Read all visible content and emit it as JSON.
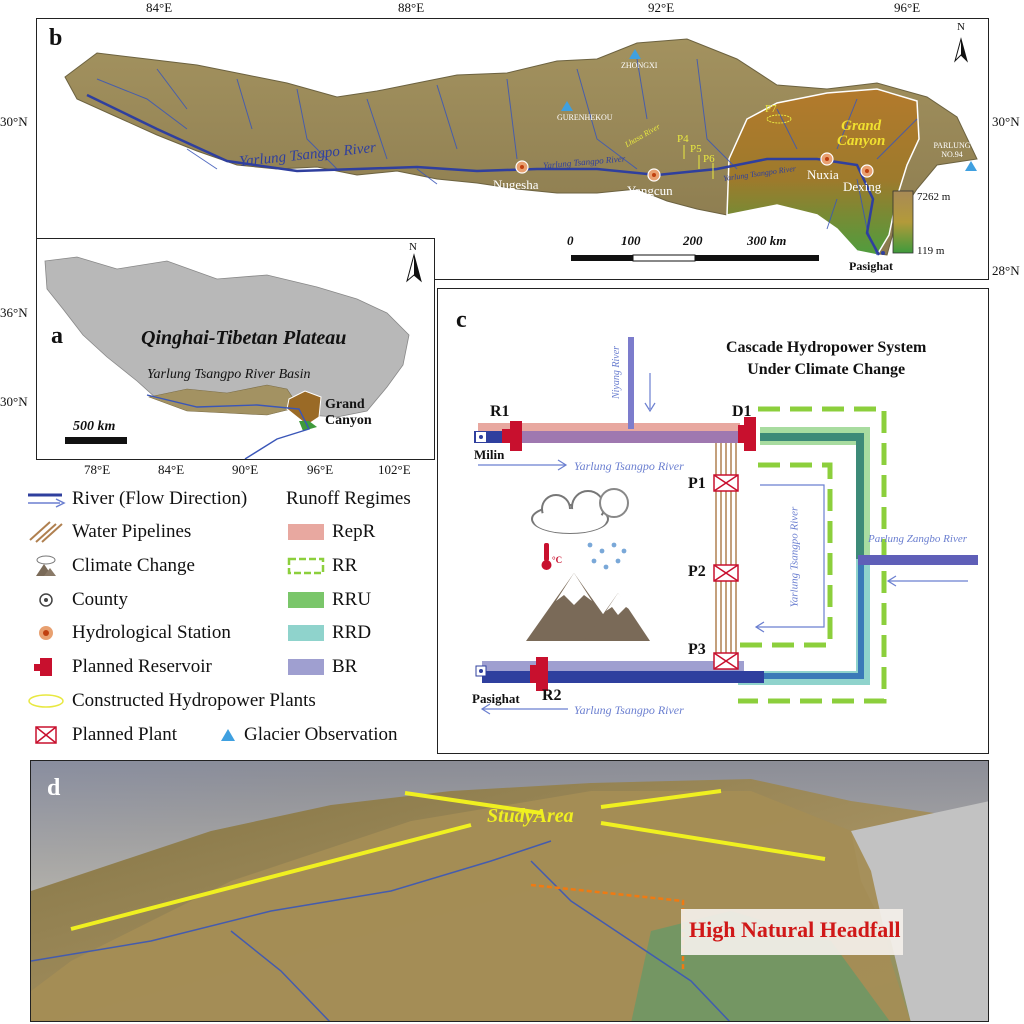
{
  "panel_b": {
    "label": "b",
    "top_ticks": [
      "84°E",
      "88°E",
      "92°E",
      "96°E"
    ],
    "left_ticks": [
      "30°N"
    ],
    "right_ticks": [
      "30°N",
      "28°N"
    ],
    "north": "N",
    "river_name": "Yarlung Tsangpo River",
    "river_small": "Yarlung Tsangpo River",
    "river_small2": "Yarlung Tsangpo River",
    "lhasa_river": "Lhasa River",
    "canyon_label": "Grand\nCanyon",
    "stations": [
      "Nugesha",
      "Yangcun",
      "Nuxia",
      "Dexing"
    ],
    "glaciers": [
      "ZHONGXI",
      "GURENHEKOU",
      "PARLUNG NO.94"
    ],
    "plants": [
      "P4",
      "P5",
      "P6",
      "P7"
    ],
    "pasighat": "Pasighat",
    "scale": [
      "0",
      "100",
      "200",
      "300 km"
    ],
    "elev_max": "7262 m",
    "elev_min": "119 m"
  },
  "panel_a": {
    "label": "a",
    "title": "Qinghai-Tibetan Plateau",
    "basin": "Yarlung Tsangpo River Basin",
    "canyon": "Grand\nCanyon",
    "scale": "500 km",
    "left_ticks": [
      "36°N",
      "30°N"
    ],
    "bottom_ticks": [
      "78°E",
      "84°E",
      "90°E",
      "96°E",
      "102°E"
    ],
    "north": "N"
  },
  "legend": {
    "items": [
      {
        "label": "River (Flow Direction)",
        "icon": "river-arrow-icon"
      },
      {
        "label": "Water Pipelines",
        "icon": "pipeline-icon"
      },
      {
        "label": "Climate Change",
        "icon": "climate-icon"
      },
      {
        "label": "County",
        "icon": "county-icon"
      },
      {
        "label": "Hydrological Station",
        "icon": "station-icon"
      },
      {
        "label": "Planned Reservoir",
        "icon": "reservoir-icon"
      },
      {
        "label": "Constructed Hydropower Plants",
        "icon": "ellipse-icon"
      },
      {
        "label": "Planned Plant",
        "icon": "plant-icon"
      }
    ],
    "runoff_title": "Runoff Regimes",
    "runoff": [
      {
        "label": "RepR",
        "color": "#e8a8a0"
      },
      {
        "label": "RR",
        "color": "#8ccf3c"
      },
      {
        "label": "RRU",
        "color": "#7ac66a"
      },
      {
        "label": "RRD",
        "color": "#8fd3cc"
      },
      {
        "label": "BR",
        "color": "#9f9fd0"
      }
    ],
    "glacier": "Glacier Observation"
  },
  "panel_c": {
    "label": "c",
    "title": "Cascade Hydropower System\nUnder Climate Change",
    "r1": "R1",
    "r2": "R2",
    "d1": "D1",
    "p1": "P1",
    "p2": "P2",
    "p3": "P3",
    "milin": "Milin",
    "pasighat": "Pasighat",
    "niyang": "Niyang River",
    "ytr_top": "Yarlung Tsangpo River",
    "ytr_bottom": "Yarlung Tsangpo River",
    "ytr_vertical": "Yarlung Tsangpo River",
    "parlung": "Parlung Zangbo River",
    "temp": "°C"
  },
  "panel_d": {
    "label": "d",
    "study_area": "StudyArea",
    "headfall": "High Natural Headfall"
  },
  "colors": {
    "river": "#2f3f9e",
    "terrain": "#9a8a5c",
    "reservoir": "#c8102e",
    "rr": "#8ccf3c",
    "rru": "#7ac66a",
    "rrd": "#8fd3cc",
    "br": "#9f9fd0",
    "repr": "#e8a8a0",
    "study": "#f0f020",
    "headfall_line": "#f07a12"
  }
}
